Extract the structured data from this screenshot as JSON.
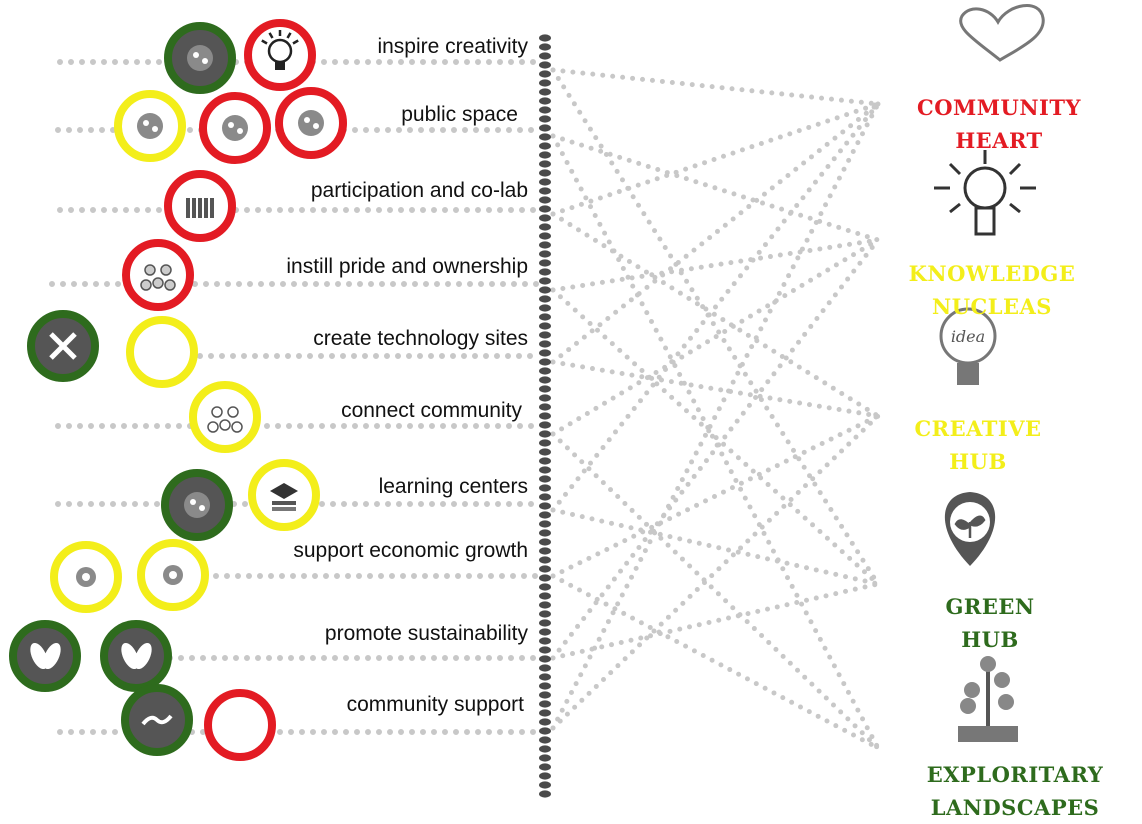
{
  "goals": [
    {
      "label": "inspire creativity",
      "icons": [
        {
          "name": "mind-map-icon",
          "ring": "green"
        },
        {
          "name": "lightbulb-icon",
          "ring": "red"
        }
      ]
    },
    {
      "label": "public space",
      "icons": [
        {
          "name": "brain-icon",
          "ring": "yellow"
        },
        {
          "name": "book-plant-icon",
          "ring": "red"
        },
        {
          "name": "people-star-icon",
          "ring": "red"
        }
      ]
    },
    {
      "label": "participation and co-lab",
      "icons": [
        {
          "name": "raised-hands-icon",
          "ring": "red"
        }
      ]
    },
    {
      "label": "instill pride and ownership",
      "icons": [
        {
          "name": "crowd-icon",
          "ring": "red"
        }
      ]
    },
    {
      "label": "create technology sites",
      "icons": [
        {
          "name": "tools-icon",
          "ring": "green"
        },
        {
          "name": "circuit-icon",
          "ring": "yellow"
        }
      ]
    },
    {
      "label": "connect community",
      "icons": [
        {
          "name": "network-people-icon",
          "ring": "yellow"
        }
      ]
    },
    {
      "label": "learning centers",
      "icons": [
        {
          "name": "network-globe-icon",
          "ring": "green"
        },
        {
          "name": "graduation-books-icon",
          "ring": "yellow"
        }
      ]
    },
    {
      "label": "support economic growth",
      "icons": [
        {
          "name": "gears-icon",
          "ring": "yellow"
        },
        {
          "name": "head-gear-icon",
          "ring": "yellow"
        }
      ]
    },
    {
      "label": "promote sustainability",
      "icons": [
        {
          "name": "tree-person-icon",
          "ring": "green"
        },
        {
          "name": "leaves-icon",
          "ring": "green"
        }
      ]
    },
    {
      "label": "community support",
      "icons": [
        {
          "name": "helping-hand-icon",
          "ring": "green"
        },
        {
          "name": "handshake-icon",
          "ring": "red"
        }
      ]
    }
  ],
  "hubs": [
    {
      "line1": "COMMUNITY",
      "line2": "HEART",
      "icon": "heart-icon",
      "color": "#e31b23"
    },
    {
      "line1": "KNOWLEDGE",
      "line2": "NUCLEAS",
      "icon": "lightbulb-icon",
      "color": "#f3ee1a"
    },
    {
      "line1": "CREATIVE",
      "line2": "HUB",
      "icon": "idea-bulb-icon",
      "color": "#f3ee1a"
    },
    {
      "line1": "GREEN",
      "line2": "HUB",
      "icon": "sprout-pin-icon",
      "color": "#2e6b1d"
    },
    {
      "line1": "EXPLORITARY",
      "line2": "LANDSCAPES",
      "icon": "plant-pot-icon",
      "color": "#2e6b1d"
    }
  ],
  "colors": {
    "red": "#e31b23",
    "yellow": "#f3ee1a",
    "green": "#2e6b1d",
    "dots": "#c8c8c8",
    "spine": "#4a4a4a",
    "icon_fill": "#8a8a8a"
  },
  "connections": [
    [
      0,
      0
    ],
    [
      0,
      3
    ],
    [
      1,
      1
    ],
    [
      1,
      4
    ],
    [
      2,
      0
    ],
    [
      2,
      2
    ],
    [
      3,
      1
    ],
    [
      3,
      3
    ],
    [
      4,
      0
    ],
    [
      4,
      2
    ],
    [
      5,
      1
    ],
    [
      5,
      4
    ],
    [
      6,
      0
    ],
    [
      6,
      3
    ],
    [
      7,
      2
    ],
    [
      7,
      4
    ],
    [
      8,
      1
    ],
    [
      8,
      3
    ],
    [
      9,
      0
    ],
    [
      9,
      2
    ]
  ]
}
